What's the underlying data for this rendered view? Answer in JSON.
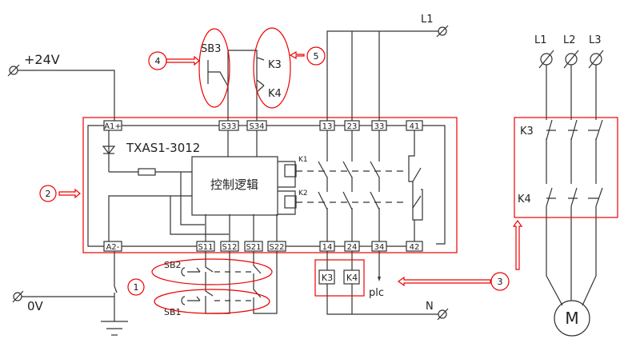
{
  "power": {
    "plus24v": "+24V",
    "zero_v": "0V",
    "l1": "L1",
    "n": "N"
  },
  "three_phase": {
    "l1": "L1",
    "l2": "L2",
    "l3": "L3",
    "k3": "K3",
    "k4": "K4",
    "motor": "M"
  },
  "relay": {
    "model": "TXAS1-3012",
    "logic": "控制逻辑",
    "coil1": "K1",
    "coil2": "K2",
    "top_terminals": [
      "A1+",
      "S33",
      "S34",
      "13",
      "23",
      "33",
      "41"
    ],
    "bottom_terminals": [
      "A2-",
      "S11",
      "S12",
      "S21",
      "S22",
      "14",
      "24",
      "34",
      "42"
    ]
  },
  "switches": {
    "sb3": "SB3",
    "sb2": "SB2",
    "sb1": "SB1",
    "fb_k3": "K3",
    "fb_k4": "K4"
  },
  "outputs": {
    "k3": "K3",
    "k4": "K4",
    "plc": "plc"
  },
  "callouts": [
    "1",
    "2",
    "3",
    "4",
    "5"
  ],
  "colors": {
    "highlight": "#e00000",
    "wire": "#333333"
  }
}
